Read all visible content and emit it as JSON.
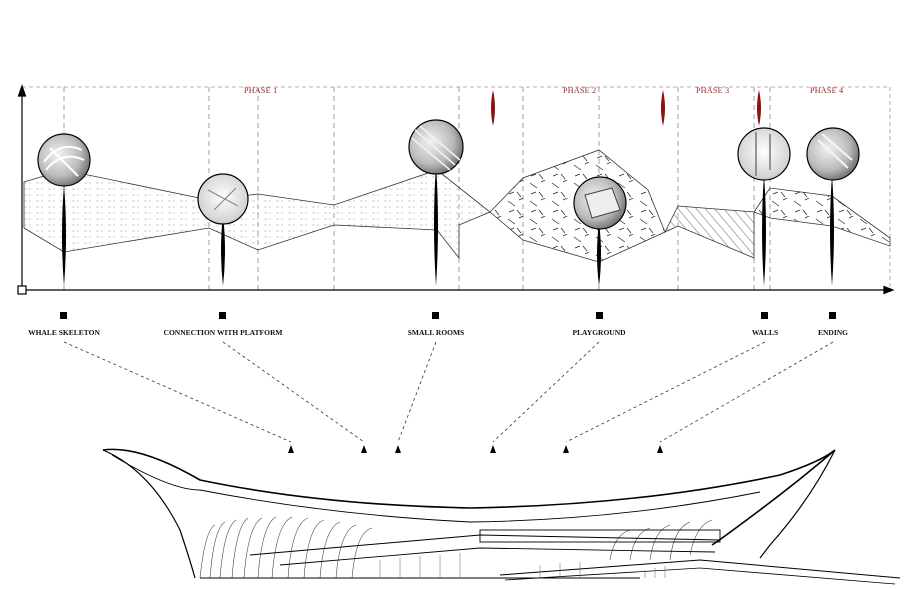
{
  "phases": [
    "PHASE 1",
    "PHASE 2",
    "PHASE 3",
    "PHASE 4"
  ],
  "stages": [
    "WHALE SKELETON",
    "CONNECTION WITH PLATFORM",
    "SMALL ROOMS",
    "PLAYGROUND",
    "WALLS",
    "ENDING"
  ],
  "colors": {
    "phase_text": "#a12020",
    "phase_marker": "#8b1010",
    "ink": "#111111"
  }
}
